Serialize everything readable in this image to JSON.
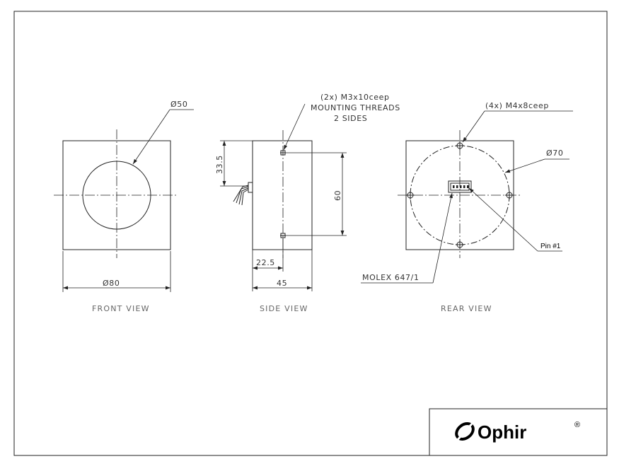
{
  "front_view": {
    "title": "FRONT VIEW",
    "aperture_dim": "Ø50",
    "width_dim": "Ø80"
  },
  "side_view": {
    "title": "SIDE VIEW",
    "threads_qty": "(2x) M3x10ceep",
    "threads_line2": "MOUNTING THREADS",
    "threads_line3": "2 SIDES",
    "dim_height_offset": "33.5",
    "dim_spacing": "60",
    "dim_depth_offset": "22.5",
    "dim_depth": "45"
  },
  "rear_view": {
    "title": "REAR VIEW",
    "threads": "(4x) M4x8ceep",
    "circle_dim": "Ø70",
    "connector": "MOLEX 647/1",
    "pin_label": "Pin #1"
  },
  "logo": {
    "brand": "Ophir",
    "mark": "®"
  }
}
